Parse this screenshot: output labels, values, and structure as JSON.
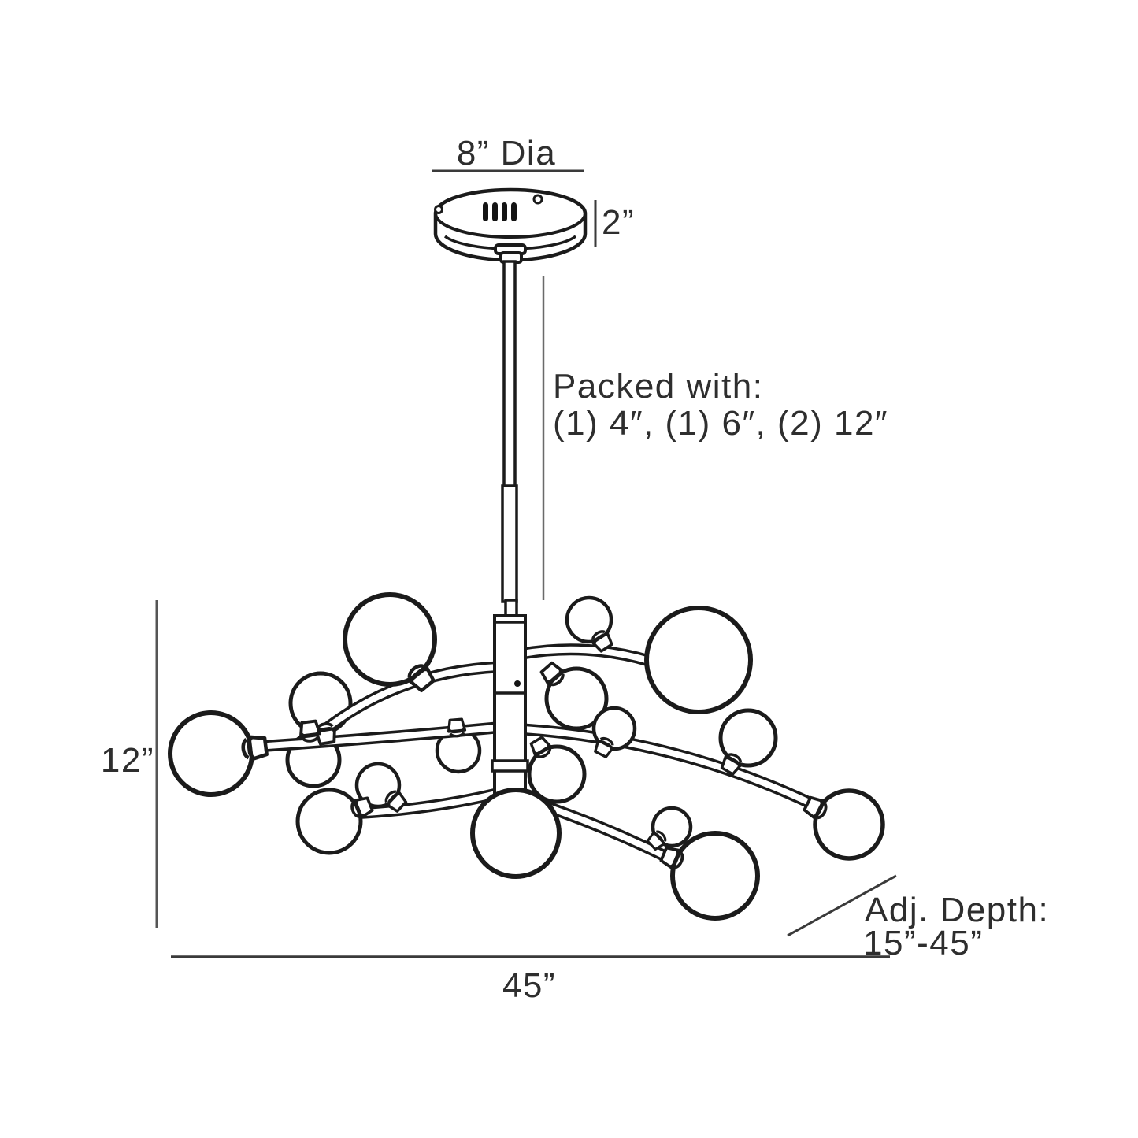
{
  "diagram": {
    "type": "product-dimension-drawing",
    "subject": "chandelier",
    "labels": {
      "dia": "8” Dia",
      "canopy_height": "2”",
      "packed_line1": "Packed with:",
      "packed_line2": "(1) 4″, (1) 6″, (2) 12″",
      "height": "12”",
      "width": "45”",
      "adj_depth_title": "Adj. Depth:",
      "adj_depth_range": "15”-45”"
    },
    "colors": {
      "line": "#1b1b1b",
      "dimension_line": "#3a3a3a",
      "reference_line": "#6a6a6a",
      "text": "#2e2e2e",
      "background": "#ffffff"
    }
  }
}
